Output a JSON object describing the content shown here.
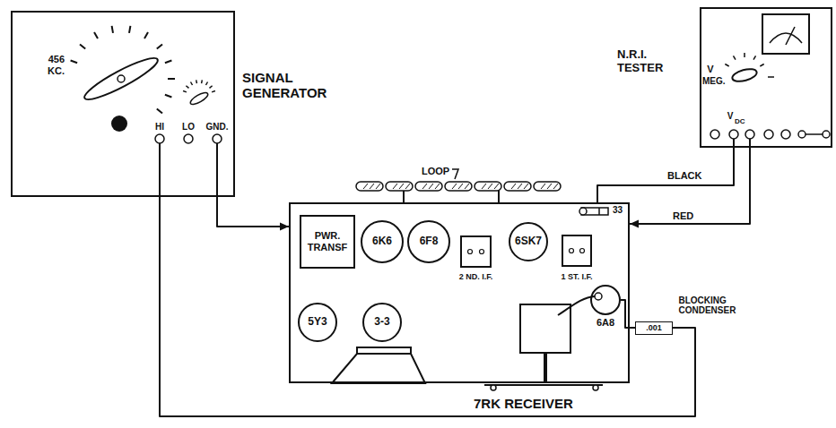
{
  "diagram": {
    "nodes": [
      {
        "text": [
          "SIGNAL GENERATOR"
        ]
      },
      {
        "text": [
          "N.R.I. TESTER"
        ]
      },
      {
        "text": [
          "LOOP"
        ]
      },
      {
        "text": [
          "7RK RECEIVER"
        ]
      },
      {
        "text": [
          "PWR. TRANSF"
        ],
        "in": 3
      },
      {
        "text": [
          "6K6"
        ],
        "in": 3
      },
      {
        "text": [
          "6F8"
        ],
        "in": 3
      },
      {
        "text": [
          "2 ND. I.F."
        ],
        "in": 3
      },
      {
        "text": [
          "6SK7"
        ],
        "in": 3
      },
      {
        "text": [
          "1 ST. I.F."
        ],
        "in": 3
      },
      {
        "text": [
          "5Y3"
        ],
        "in": 3
      },
      {
        "text": [
          "3-3"
        ],
        "in": 3
      },
      {
        "text": [
          "6A8"
        ],
        "in": 3
      },
      {
        "text": [
          ".001",
          "BLOCKING CONDENSER"
        ]
      }
    ],
    "edges": [
      {
        "from": 0,
        "to": 3,
        "arrow": "to"
      },
      {
        "from": 0,
        "to": 13,
        "arrow": "none"
      },
      {
        "from": 13,
        "to": 12,
        "arrow": "none"
      },
      {
        "from": 1,
        "to": 3,
        "label": "BLACK",
        "arrow": "none"
      },
      {
        "from": 1,
        "to": 3,
        "label": "RED",
        "arrow": "to"
      }
    ],
    "labels": [
      "456 KC.",
      "HI",
      "LO",
      "GND.",
      "V",
      "MEG.",
      "V",
      "DC",
      "33"
    ]
  }
}
